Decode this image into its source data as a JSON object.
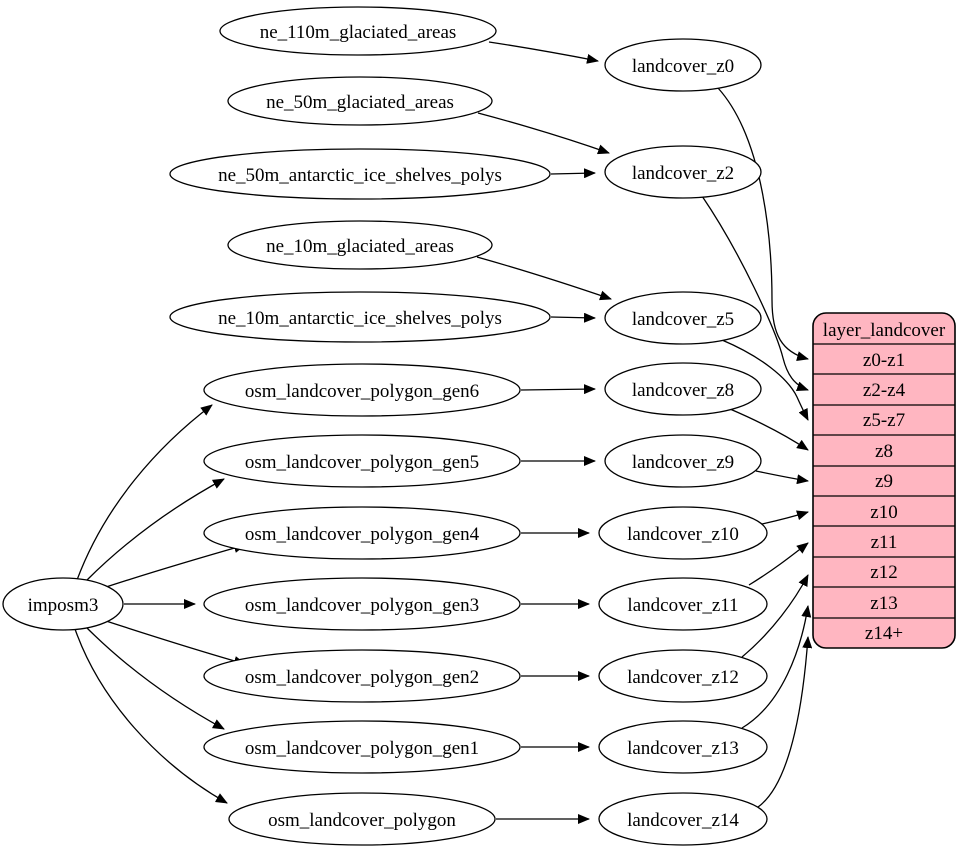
{
  "colors": {
    "background": "#ffffff",
    "node_fill": "#ffffff",
    "node_stroke": "#000000",
    "edge_color": "#000000",
    "record_fill": "#ffb6c1",
    "record_stroke": "#000000"
  },
  "nodes": {
    "imposm3": "imposm3",
    "ne_110m_glaciated_areas": "ne_110m_glaciated_areas",
    "ne_50m_glaciated_areas": "ne_50m_glaciated_areas",
    "ne_50m_antarctic_ice_shelves_polys": "ne_50m_antarctic_ice_shelves_polys",
    "ne_10m_glaciated_areas": "ne_10m_glaciated_areas",
    "ne_10m_antarctic_ice_shelves_polys": "ne_10m_antarctic_ice_shelves_polys",
    "osm_landcover_polygon_gen6": "osm_landcover_polygon_gen6",
    "osm_landcover_polygon_gen5": "osm_landcover_polygon_gen5",
    "osm_landcover_polygon_gen4": "osm_landcover_polygon_gen4",
    "osm_landcover_polygon_gen3": "osm_landcover_polygon_gen3",
    "osm_landcover_polygon_gen2": "osm_landcover_polygon_gen2",
    "osm_landcover_polygon_gen1": "osm_landcover_polygon_gen1",
    "osm_landcover_polygon": "osm_landcover_polygon",
    "landcover_z0": "landcover_z0",
    "landcover_z2": "landcover_z2",
    "landcover_z5": "landcover_z5",
    "landcover_z8": "landcover_z8",
    "landcover_z9": "landcover_z9",
    "landcover_z10": "landcover_z10",
    "landcover_z11": "landcover_z11",
    "landcover_z12": "landcover_z12",
    "landcover_z13": "landcover_z13",
    "landcover_z14": "landcover_z14"
  },
  "record": {
    "title": "layer_landcover",
    "rows": [
      "z0-z1",
      "z2-z4",
      "z5-z7",
      "z8",
      "z9",
      "z10",
      "z11",
      "z12",
      "z13",
      "z14+"
    ]
  },
  "edges": [
    {
      "from": "ne_110m_glaciated_areas",
      "to": "landcover_z0"
    },
    {
      "from": "ne_50m_glaciated_areas",
      "to": "landcover_z2"
    },
    {
      "from": "ne_50m_antarctic_ice_shelves_polys",
      "to": "landcover_z2"
    },
    {
      "from": "ne_10m_glaciated_areas",
      "to": "landcover_z5"
    },
    {
      "from": "ne_10m_antarctic_ice_shelves_polys",
      "to": "landcover_z5"
    },
    {
      "from": "osm_landcover_polygon_gen6",
      "to": "landcover_z8"
    },
    {
      "from": "osm_landcover_polygon_gen5",
      "to": "landcover_z9"
    },
    {
      "from": "osm_landcover_polygon_gen4",
      "to": "landcover_z10"
    },
    {
      "from": "osm_landcover_polygon_gen3",
      "to": "landcover_z11"
    },
    {
      "from": "osm_landcover_polygon_gen2",
      "to": "landcover_z12"
    },
    {
      "from": "osm_landcover_polygon_gen1",
      "to": "landcover_z13"
    },
    {
      "from": "osm_landcover_polygon",
      "to": "landcover_z14"
    },
    {
      "from": "imposm3",
      "to": "osm_landcover_polygon_gen6"
    },
    {
      "from": "imposm3",
      "to": "osm_landcover_polygon_gen5"
    },
    {
      "from": "imposm3",
      "to": "osm_landcover_polygon_gen4"
    },
    {
      "from": "imposm3",
      "to": "osm_landcover_polygon_gen3"
    },
    {
      "from": "imposm3",
      "to": "osm_landcover_polygon_gen2"
    },
    {
      "from": "imposm3",
      "to": "osm_landcover_polygon_gen1"
    },
    {
      "from": "imposm3",
      "to": "osm_landcover_polygon"
    },
    {
      "from": "landcover_z0",
      "to": "layer_landcover:z0-z1"
    },
    {
      "from": "landcover_z2",
      "to": "layer_landcover:z2-z4"
    },
    {
      "from": "landcover_z5",
      "to": "layer_landcover:z5-z7"
    },
    {
      "from": "landcover_z8",
      "to": "layer_landcover:z8"
    },
    {
      "from": "landcover_z9",
      "to": "layer_landcover:z9"
    },
    {
      "from": "landcover_z10",
      "to": "layer_landcover:z10"
    },
    {
      "from": "landcover_z11",
      "to": "layer_landcover:z11"
    },
    {
      "from": "landcover_z12",
      "to": "layer_landcover:z12"
    },
    {
      "from": "landcover_z13",
      "to": "layer_landcover:z13"
    },
    {
      "from": "landcover_z14",
      "to": "layer_landcover:z14+"
    }
  ]
}
